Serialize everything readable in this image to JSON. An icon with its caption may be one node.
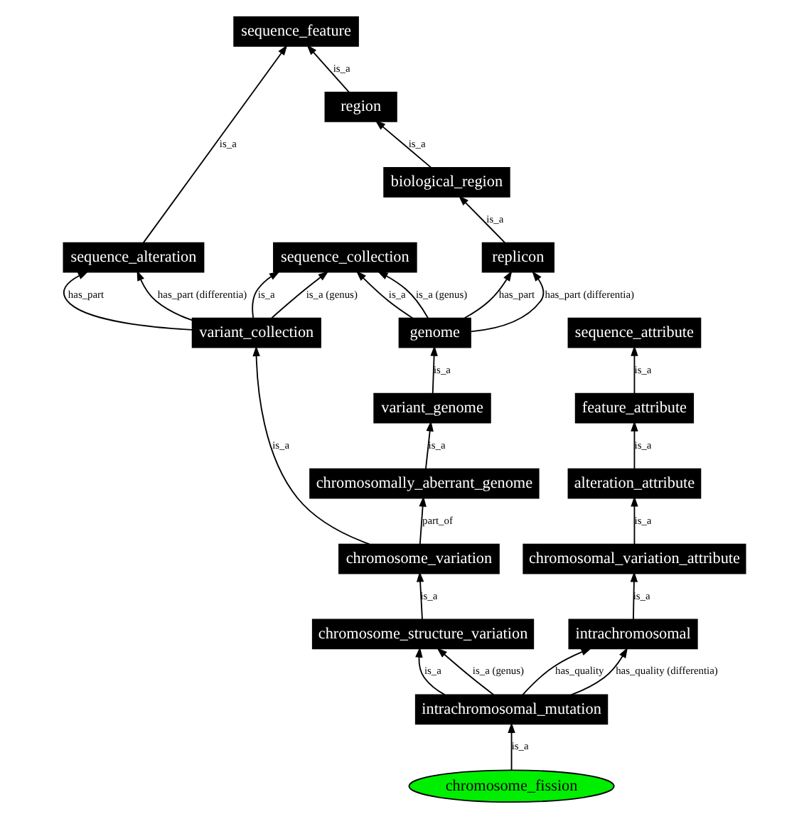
{
  "diagram": {
    "nodes": [
      {
        "text": [
          "sequence_feature"
        ]
      },
      {
        "text": [
          "region"
        ]
      },
      {
        "text": [
          "biological_region"
        ]
      },
      {
        "text": [
          "sequence_alteration"
        ]
      },
      {
        "text": [
          "sequence_collection"
        ]
      },
      {
        "text": [
          "replicon"
        ]
      },
      {
        "text": [
          "variant_collection"
        ]
      },
      {
        "text": [
          "genome"
        ]
      },
      {
        "text": [
          "sequence_attribute"
        ]
      },
      {
        "text": [
          "variant_genome"
        ]
      },
      {
        "text": [
          "feature_attribute"
        ]
      },
      {
        "text": [
          "chromosomally_aberrant_genome"
        ]
      },
      {
        "text": [
          "alteration_attribute"
        ]
      },
      {
        "text": [
          "chromosome_variation"
        ]
      },
      {
        "text": [
          "chromosomal_variation_attribute"
        ]
      },
      {
        "text": [
          "chromosome_structure_variation"
        ]
      },
      {
        "text": [
          "intrachromosomal"
        ]
      },
      {
        "text": [
          "intrachromosomal_mutation"
        ]
      },
      {
        "text": [
          "chromosome_fission"
        ]
      }
    ],
    "edges": [
      {
        "from": 1,
        "to": 0,
        "arrow": "to",
        "label": "is_a"
      },
      {
        "from": 2,
        "to": 1,
        "arrow": "to",
        "label": "is_a"
      },
      {
        "from": 5,
        "to": 2,
        "arrow": "to",
        "label": "is_a"
      },
      {
        "from": 3,
        "to": 0,
        "arrow": "to",
        "label": "is_a"
      },
      {
        "from": 6,
        "to": 3,
        "arrow": "to",
        "label": "has_part"
      },
      {
        "from": 6,
        "to": 3,
        "arrow": "to",
        "label": "has_part (differentia)"
      },
      {
        "from": 6,
        "to": 4,
        "arrow": "to",
        "label": "is_a"
      },
      {
        "from": 6,
        "to": 4,
        "arrow": "to",
        "label": "is_a (genus)"
      },
      {
        "from": 7,
        "to": 4,
        "arrow": "to",
        "label": "is_a"
      },
      {
        "from": 7,
        "to": 4,
        "arrow": "to",
        "label": "is_a (genus)"
      },
      {
        "from": 7,
        "to": 5,
        "arrow": "to",
        "label": "has_part"
      },
      {
        "from": 7,
        "to": 5,
        "arrow": "to",
        "label": "has_part (differentia)"
      },
      {
        "from": 9,
        "to": 7,
        "arrow": "to",
        "label": "is_a"
      },
      {
        "from": 11,
        "to": 9,
        "arrow": "to",
        "label": "is_a"
      },
      {
        "from": 13,
        "to": 11,
        "arrow": "to",
        "label": "part_of"
      },
      {
        "from": 13,
        "to": 6,
        "arrow": "to",
        "label": "is_a"
      },
      {
        "from": 10,
        "to": 8,
        "arrow": "to",
        "label": "is_a"
      },
      {
        "from": 12,
        "to": 10,
        "arrow": "to",
        "label": "is_a"
      },
      {
        "from": 14,
        "to": 12,
        "arrow": "to",
        "label": "is_a"
      },
      {
        "from": 16,
        "to": 14,
        "arrow": "to",
        "label": "is_a"
      },
      {
        "from": 15,
        "to": 13,
        "arrow": "to",
        "label": "is_a"
      },
      {
        "from": 17,
        "to": 15,
        "arrow": "to",
        "label": "is_a"
      },
      {
        "from": 17,
        "to": 15,
        "arrow": "to",
        "label": "is_a (genus)"
      },
      {
        "from": 17,
        "to": 16,
        "arrow": "to",
        "label": "has_quality"
      },
      {
        "from": 17,
        "to": 16,
        "arrow": "to",
        "label": "has_quality (differentia)"
      },
      {
        "from": 18,
        "to": 17,
        "arrow": "to",
        "label": "is_a"
      }
    ]
  }
}
